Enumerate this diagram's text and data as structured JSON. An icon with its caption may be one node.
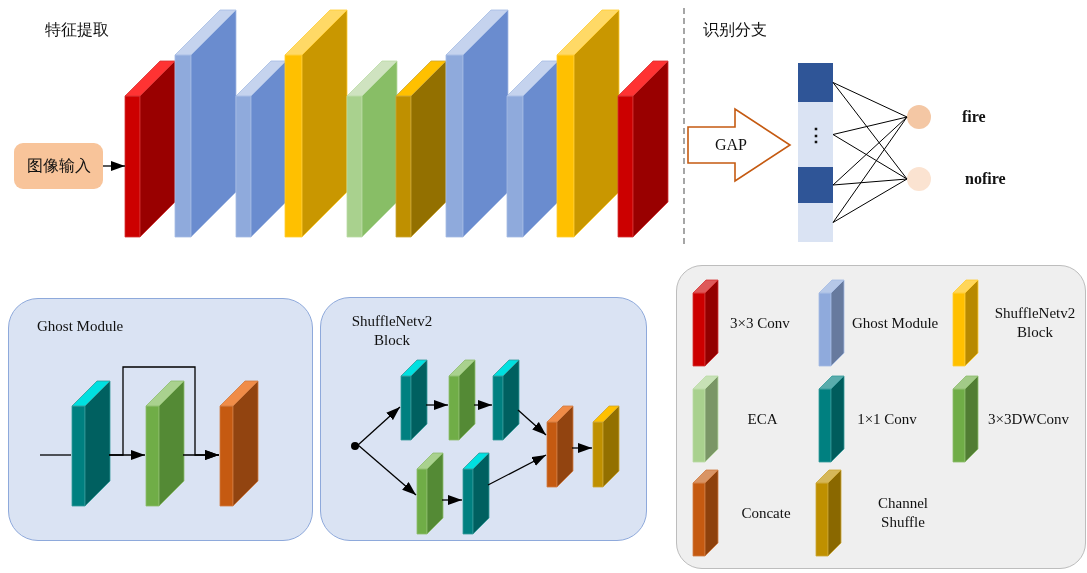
{
  "diagram": {
    "nodes": [
      {
        "text": [
          "图像输入"
        ]
      },
      {
        "text": [],
        "shape": "bar"
      },
      {
        "text": [],
        "shape": "bar"
      },
      {
        "text": [],
        "shape": "bar"
      },
      {
        "text": [],
        "shape": "bar"
      },
      {
        "text": [],
        "shape": "bar"
      },
      {
        "text": [],
        "shape": "bar"
      },
      {
        "text": [],
        "shape": "bar"
      },
      {
        "text": [],
        "shape": "bar"
      },
      {
        "text": [],
        "shape": "bar"
      },
      {
        "text": [],
        "shape": "bar"
      },
      {
        "text": [],
        "shape": "box"
      },
      {
        "text": [
          "⋮"
        ]
      },
      {
        "text": [],
        "shape": "box"
      },
      {
        "text": [],
        "shape": "box"
      },
      {
        "text": [],
        "shape": "circle",
        "beside": [
          "fire"
        ]
      },
      {
        "text": [],
        "shape": "circle",
        "beside": [
          "nofire"
        ]
      },
      {
        "text": [
          "Ghost Module"
        ]
      },
      {
        "text": [],
        "shape": "bar",
        "in": 17
      },
      {
        "text": [],
        "shape": "bar",
        "in": 17
      },
      {
        "text": [],
        "shape": "bar",
        "in": 17
      },
      {
        "text": [
          "ShuffleNetv2 Block"
        ]
      },
      {
        "text": [],
        "shape": "circle",
        "in": 21
      },
      {
        "text": [],
        "shape": "bar",
        "in": 21
      },
      {
        "text": [],
        "shape": "bar",
        "in": 21
      },
      {
        "text": [],
        "shape": "bar",
        "in": 21
      },
      {
        "text": [],
        "shape": "bar",
        "in": 21
      },
      {
        "text": [],
        "shape": "bar",
        "in": 21
      },
      {
        "text": [],
        "shape": "bar",
        "in": 21
      },
      {
        "text": [],
        "shape": "bar",
        "in": 21
      }
    ],
    "edges": [
      {
        "from": 0,
        "to": 1,
        "arrow": "to"
      },
      {
        "from": 10,
        "to": 12,
        "arrow": "to",
        "label": "GAP",
        "style": "thick",
        "color": "#c55a11"
      },
      {
        "from": 11,
        "to": 15,
        "arrow": "none"
      },
      {
        "from": 11,
        "to": 16,
        "arrow": "none"
      },
      {
        "from": 12,
        "to": 15,
        "arrow": "none"
      },
      {
        "from": 12,
        "to": 16,
        "arrow": "none"
      },
      {
        "from": 13,
        "to": 15,
        "arrow": "none"
      },
      {
        "from": 13,
        "to": 16,
        "arrow": "none"
      },
      {
        "from": 14,
        "to": 15,
        "arrow": "none"
      },
      {
        "from": 14,
        "to": 16,
        "arrow": "none"
      },
      {
        "from": null,
        "to": 18,
        "arrow": "none"
      },
      {
        "from": 18,
        "to": 19,
        "arrow": "to"
      },
      {
        "from": 19,
        "to": 20,
        "arrow": "to"
      },
      {
        "from": 18,
        "to": 20,
        "arrow": "to"
      },
      {
        "from": 22,
        "to": 23,
        "arrow": "to"
      },
      {
        "from": 23,
        "to": 24,
        "arrow": "to"
      },
      {
        "from": 24,
        "to": 25,
        "arrow": "to"
      },
      {
        "from": 25,
        "to": 28,
        "arrow": "to"
      },
      {
        "from": 22,
        "to": 26,
        "arrow": "to"
      },
      {
        "from": 26,
        "to": 27,
        "arrow": "to"
      },
      {
        "from": 27,
        "to": 28,
        "arrow": "to"
      },
      {
        "from": 28,
        "to": 29,
        "arrow": "to"
      }
    ],
    "labels": [
      "特征提取",
      "识别分支"
    ],
    "legend": [
      {
        "text": "3×3 Conv",
        "color": "#cc0000"
      },
      {
        "text": "Ghost Module",
        "color": "#8faadc"
      },
      {
        "text": "ShuffleNetv2 Block",
        "color": "#ffc000"
      },
      {
        "text": "ECA",
        "color": "#a9d18e"
      },
      {
        "text": "1×1 Conv",
        "color": "#008080"
      },
      {
        "text": "3×3DWConv",
        "color": "#70ad47"
      },
      {
        "text": "Concate",
        "color": "#c55a11"
      },
      {
        "text": "Channel Shuffle",
        "color": "#bf9000"
      }
    ]
  }
}
